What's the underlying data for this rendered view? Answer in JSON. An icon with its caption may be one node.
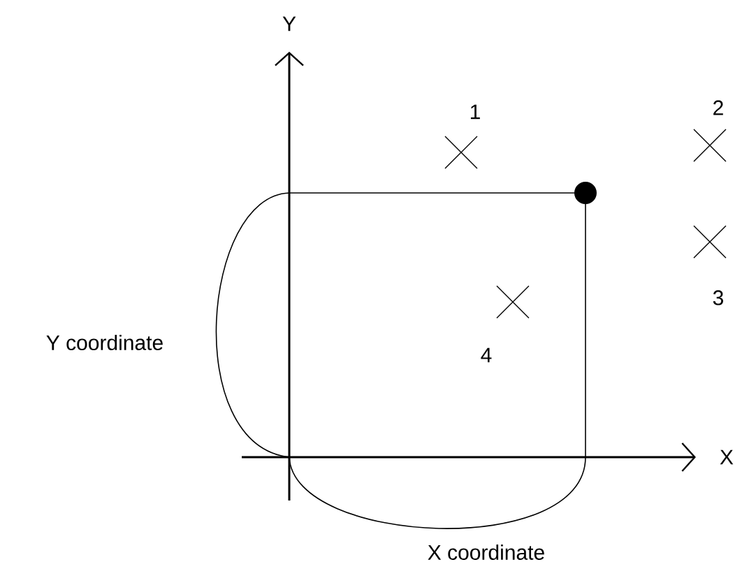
{
  "diagram": {
    "labels": [
      "Y",
      "1",
      "2",
      "3",
      "Y coordinate",
      "4",
      "X",
      "X coordinate"
    ]
  }
}
